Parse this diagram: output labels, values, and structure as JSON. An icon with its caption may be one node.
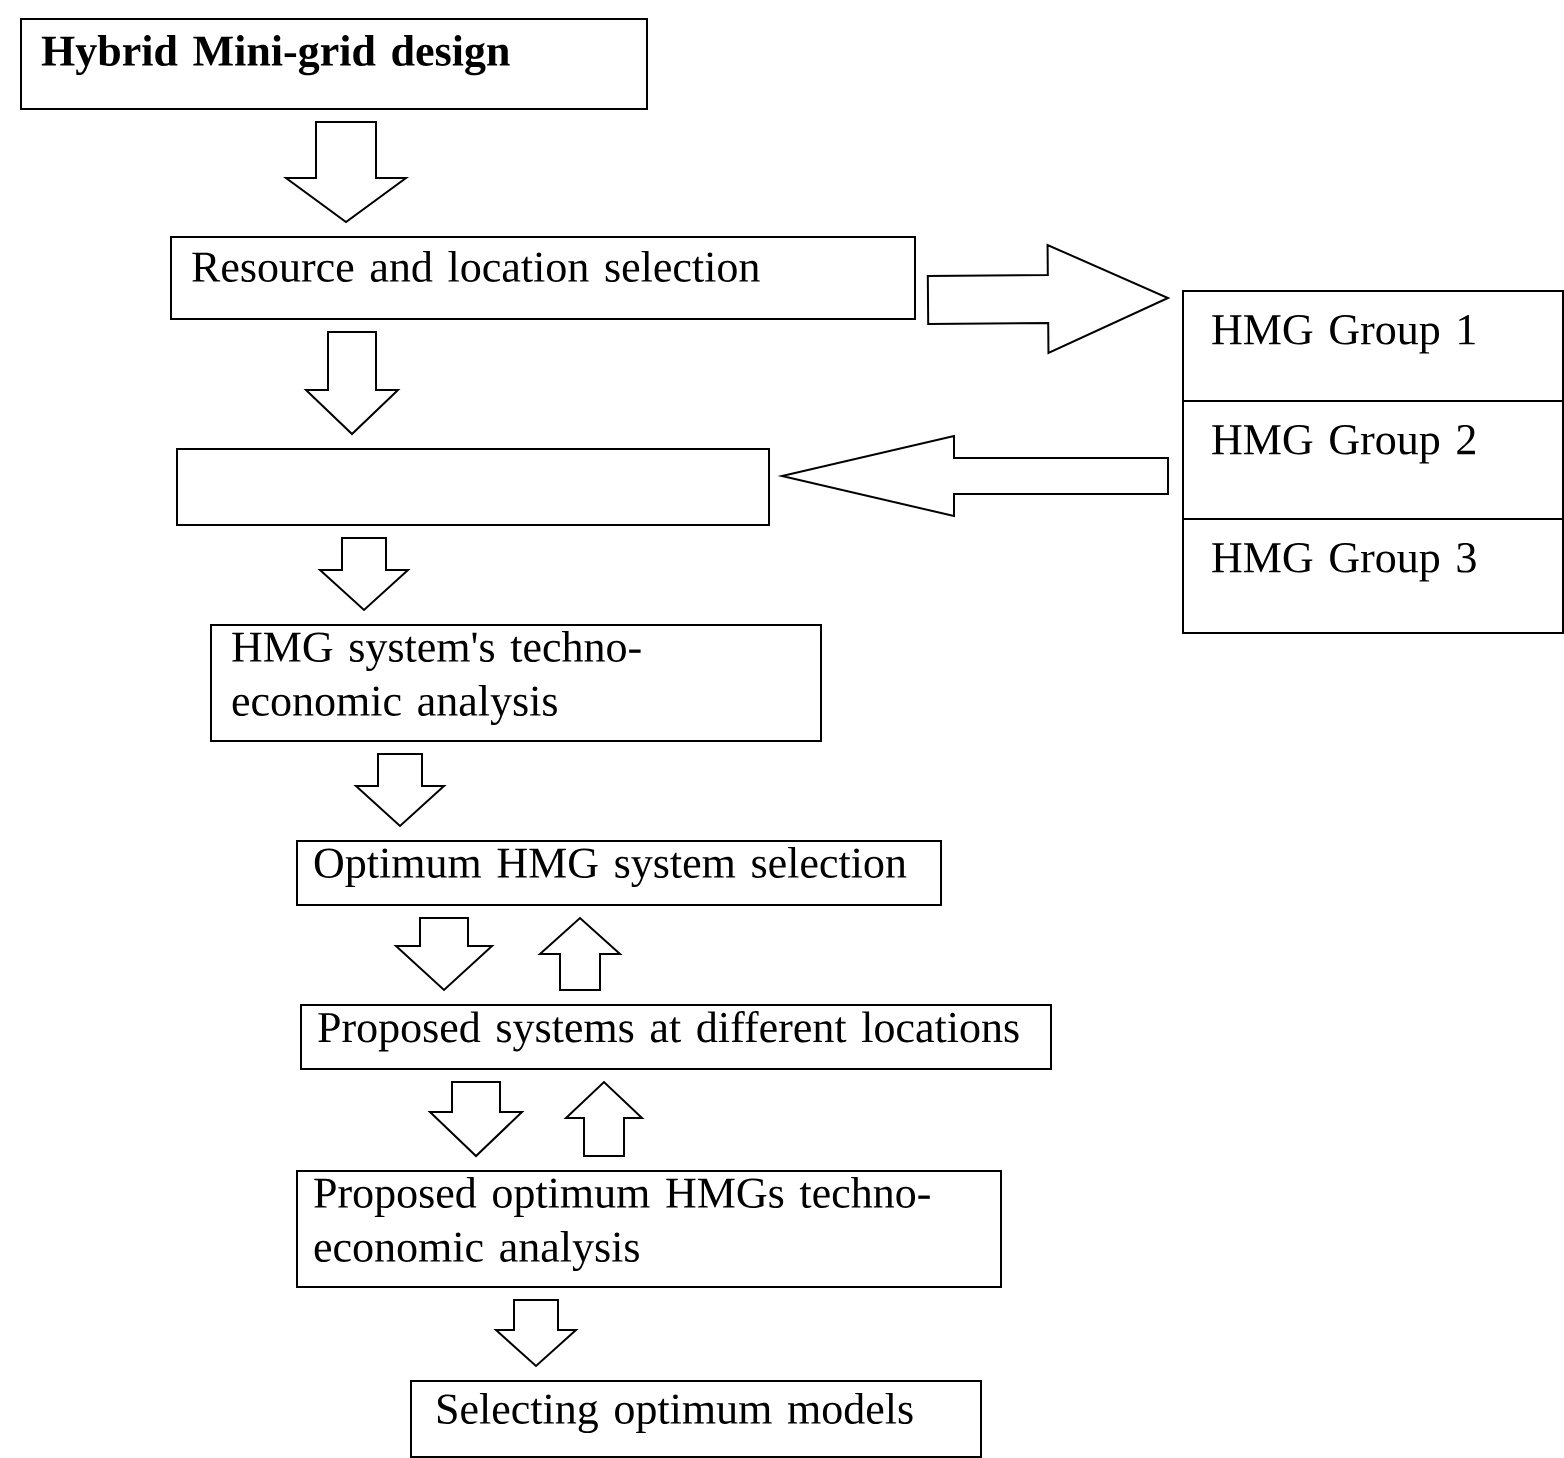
{
  "diagram": {
    "nodes": [
      {
        "text": [
          "Hybrid Mini-grid design"
        ]
      },
      {
        "text": [
          "Resource and location selection"
        ]
      },
      {
        "text": [
          "HMG Group 1"
        ]
      },
      {
        "text": [
          "HMG Group 2"
        ]
      },
      {
        "text": [
          "HMG Group 3"
        ]
      },
      {
        "text": [],
        "shape": "box"
      },
      {
        "text": [
          "HMG system's techno-economic analysis"
        ]
      },
      {
        "text": [
          "Optimum HMG system selection"
        ]
      },
      {
        "text": [
          "Proposed systems at different locations"
        ]
      },
      {
        "text": [
          "Proposed optimum HMGs techno-economic analysis"
        ]
      },
      {
        "text": [
          "Selecting optimum models"
        ]
      }
    ],
    "edges": [
      {
        "from": 0,
        "to": 1,
        "arrow": "to"
      },
      {
        "from": 1,
        "to": 2,
        "arrow": "to"
      },
      {
        "from": 1,
        "to": 5,
        "arrow": "to"
      },
      {
        "from": 3,
        "to": 5,
        "arrow": "to"
      },
      {
        "from": 5,
        "to": 6,
        "arrow": "to"
      },
      {
        "from": 6,
        "to": 7,
        "arrow": "to"
      },
      {
        "from": 7,
        "to": 8,
        "arrow": "to"
      },
      {
        "from": 8,
        "to": 7,
        "arrow": "to"
      },
      {
        "from": 8,
        "to": 9,
        "arrow": "to"
      },
      {
        "from": 9,
        "to": 8,
        "arrow": "to"
      },
      {
        "from": 9,
        "to": 10,
        "arrow": "to"
      }
    ]
  }
}
